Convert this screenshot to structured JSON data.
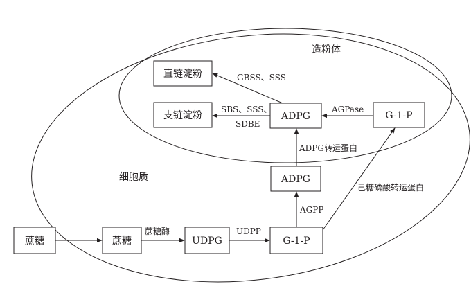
{
  "regions": {
    "amyloplast": "造粉体",
    "cytoplasm": "细胞质"
  },
  "nodes": {
    "amylose": "直链淀粉",
    "amylopectin": "支链淀粉",
    "adpg_inner": "ADPG",
    "g1p_inner": "G-1-P",
    "adpg_outer": "ADPG",
    "sucrose_left": "蔗糖",
    "sucrose_mid": "蔗糖",
    "udpg": "UDPG",
    "g1p_outer": "G-1-P"
  },
  "edges": {
    "gbss_sss": "GBSS、SSS",
    "sbs_sss_line1": "SBS、SSS、",
    "sbs_sss_line2": "SDBE",
    "agpase": "AGPase",
    "adpg_transporter": "ADPG转运蛋白",
    "agpp": "AGPP",
    "sucrase": "蔗糖酶",
    "udpp": "UDPP",
    "hexose_phosphate_transporter": "己糖磷酸转运蛋白"
  }
}
